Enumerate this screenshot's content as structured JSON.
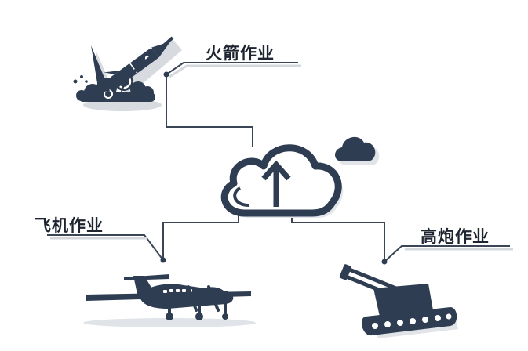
{
  "labels": {
    "rocket": "火箭作业",
    "plane": "飞机作业",
    "artillery": "高炮作业"
  },
  "colors": {
    "navy": "#2f3d52",
    "shadow": "#d4d7dc",
    "line": "#3a4656",
    "text": "#1f2530"
  },
  "icons": [
    "rocket-icon",
    "cloud-upload-icon",
    "small-cloud-icon",
    "airplane-icon",
    "anti-aircraft-gun-icon"
  ]
}
